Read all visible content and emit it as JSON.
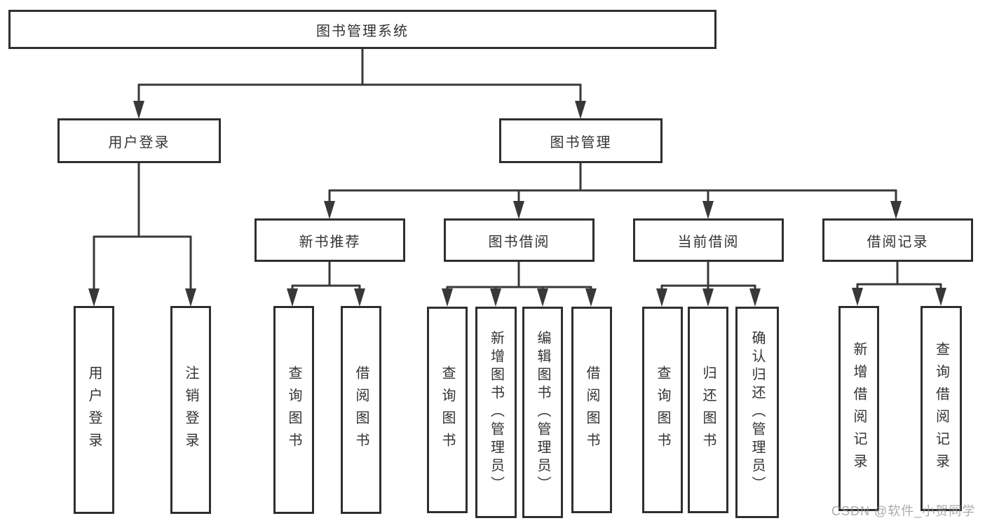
{
  "page": {
    "watermark": "CSDN @软件_小贺同学"
  },
  "colors": {
    "background": "#ffffff",
    "box_border": "#2f2f2f",
    "connector_line": "#383838",
    "text": "#333333",
    "watermark_text": "#969696"
  },
  "tree": {
    "root": {
      "label": "图书管理系统",
      "children": [
        {
          "label": "用户登录",
          "children": [
            {
              "label": "用户登录"
            },
            {
              "label": "注销登录"
            }
          ]
        },
        {
          "label": "图书管理",
          "children": [
            {
              "label": "新书推荐",
              "children": [
                {
                  "label": "查询图书"
                },
                {
                  "label": "借阅图书"
                }
              ]
            },
            {
              "label": "图书借阅",
              "children": [
                {
                  "label": "查询图书"
                },
                {
                  "label": "新增图书（管理员）"
                },
                {
                  "label": "编辑图书（管理员）"
                },
                {
                  "label": "借阅图书"
                }
              ]
            },
            {
              "label": "当前借阅",
              "children": [
                {
                  "label": "查询图书"
                },
                {
                  "label": "归还图书"
                },
                {
                  "label": "确认归还（管理员）"
                }
              ]
            },
            {
              "label": "借阅记录",
              "children": [
                {
                  "label": "新增借阅记录"
                },
                {
                  "label": "查询借阅记录"
                }
              ]
            }
          ]
        }
      ]
    }
  }
}
